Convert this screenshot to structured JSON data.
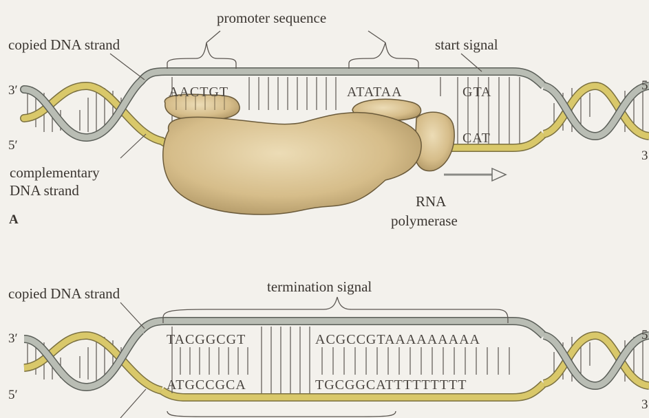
{
  "panel_a": {
    "label": "A",
    "copied_strand": "copied DNA strand",
    "complementary_line1": "complementary",
    "complementary_line2": "DNA strand",
    "promoter": "promoter sequence",
    "start_signal": "start signal",
    "prime3_left": "3′",
    "prime5_left": "5′",
    "prime5_right": "5",
    "prime3_right": "3",
    "seq_top_1": "AACTGT",
    "seq_top_2": "ATATAA",
    "seq_top_3": "GTA",
    "seq_bottom_3": "CAT",
    "rna_line1": "RNA",
    "rna_line2": "polymerase"
  },
  "panel_b": {
    "copied_strand": "copied DNA strand",
    "termination": "termination signal",
    "prime3_left": "3′",
    "prime5_left": "5′",
    "prime5_right": "5",
    "prime3_right": "3",
    "seq_top_1": "TACGGCGT",
    "seq_top_2": "ACGCCGTAAAAAAAAA",
    "seq_bottom_1": "ATGCCGCA",
    "seq_bottom_2": "TGCGGCATTTTTTTTT"
  },
  "colors": {
    "copied_strand": "#b9bdb4",
    "complementary_strand": "#d9c86a",
    "polymerase": "#d8c08e",
    "background": "#f3f1ec"
  }
}
